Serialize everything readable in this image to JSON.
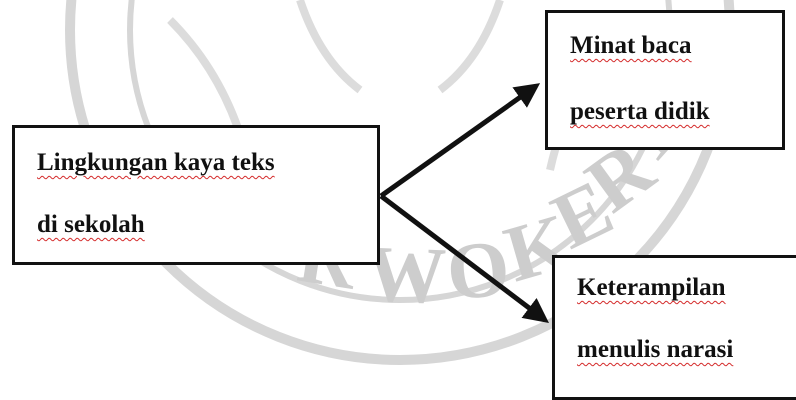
{
  "nodes": {
    "source": {
      "line1": "Lingkungan kaya teks",
      "line2": "di sekolah"
    },
    "target_top": {
      "line1": "Minat baca",
      "line2": "peserta didik"
    },
    "target_bottom": {
      "line1": "Keterampilan",
      "line2": "menulis narasi"
    }
  },
  "watermark": {
    "text": "PURWOKERTO"
  },
  "colors": {
    "box_border": "#111111",
    "text": "#111111",
    "spell_underline": "#d42a2a",
    "watermark": "#c8c8c8"
  }
}
